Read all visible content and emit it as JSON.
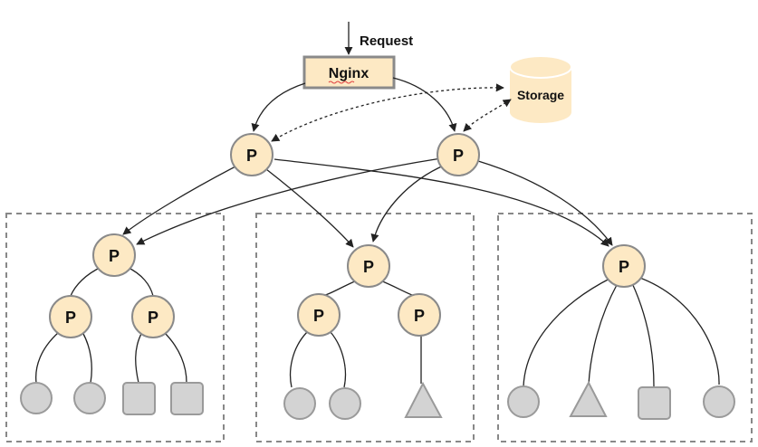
{
  "request": {
    "label": "Request"
  },
  "nginx": {
    "label": "Nginx"
  },
  "storage": {
    "label": "Storage"
  },
  "process_label": "P",
  "colors": {
    "process_fill": "#fde9c4",
    "process_stroke": "#8a8a8a",
    "leaf_fill": "#d3d3d3",
    "storage_fill": "#fde9c4",
    "group_border": "#888888"
  },
  "groups": [
    {
      "root": "P",
      "children": [
        {
          "label": "P",
          "leaves": [
            "circle",
            "circle"
          ]
        },
        {
          "label": "P",
          "leaves": [
            "square",
            "square"
          ]
        }
      ]
    },
    {
      "root": "P",
      "children": [
        {
          "label": "P",
          "leaves": [
            "circle",
            "circle"
          ]
        },
        {
          "label": "P",
          "leaves": [
            "triangle"
          ]
        }
      ]
    },
    {
      "root": "P",
      "leaves": [
        "circle",
        "triangle",
        "square",
        "circle"
      ]
    }
  ]
}
